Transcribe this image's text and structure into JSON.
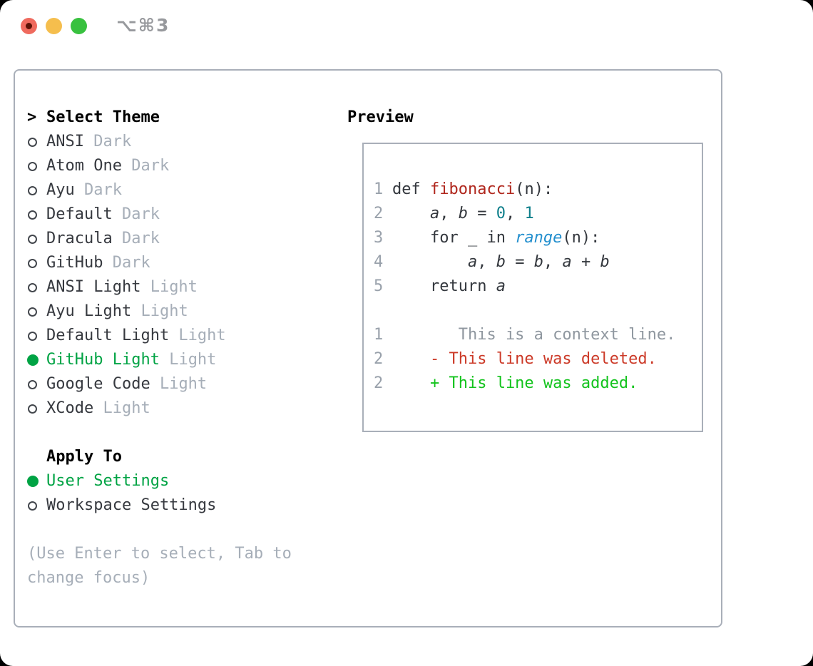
{
  "window": {
    "title": "⌥⌘3",
    "close_label": "close",
    "minimize_label": "minimize",
    "zoom_label": "zoom"
  },
  "theme_picker": {
    "header_prefix": ">",
    "header": "Select Theme",
    "items": [
      {
        "name": "ANSI",
        "variant": "Dark",
        "selected": false
      },
      {
        "name": "Atom One",
        "variant": "Dark",
        "selected": false
      },
      {
        "name": "Ayu",
        "variant": "Dark",
        "selected": false
      },
      {
        "name": "Default",
        "variant": "Dark",
        "selected": false
      },
      {
        "name": "Dracula",
        "variant": "Dark",
        "selected": false
      },
      {
        "name": "GitHub",
        "variant": "Dark",
        "selected": false
      },
      {
        "name": "ANSI Light",
        "variant": "Light",
        "selected": false
      },
      {
        "name": "Ayu Light",
        "variant": "Light",
        "selected": false
      },
      {
        "name": "Default Light",
        "variant": "Light",
        "selected": false
      },
      {
        "name": "GitHub Light",
        "variant": "Light",
        "selected": true
      },
      {
        "name": "Google Code",
        "variant": "Light",
        "selected": false
      },
      {
        "name": "XCode",
        "variant": "Light",
        "selected": false
      }
    ]
  },
  "apply_to": {
    "header": "Apply To",
    "options": [
      {
        "label": "User Settings",
        "selected": true
      },
      {
        "label": "Workspace Settings",
        "selected": false
      }
    ]
  },
  "help_text": "(Use Enter to select, Tab to change focus)",
  "preview": {
    "header": "Preview",
    "lines": [
      {
        "num": "1",
        "segments": [
          {
            "t": "def ",
            "s": "code"
          },
          {
            "t": "fibonacci",
            "s": "func"
          },
          {
            "t": "(n):",
            "s": "code"
          }
        ]
      },
      {
        "num": "2",
        "segments": [
          {
            "t": "    ",
            "s": "code"
          },
          {
            "t": "a",
            "s": "var"
          },
          {
            "t": ", ",
            "s": "code"
          },
          {
            "t": "b",
            "s": "var"
          },
          {
            "t": " = ",
            "s": "code"
          },
          {
            "t": "0",
            "s": "num"
          },
          {
            "t": ", ",
            "s": "code"
          },
          {
            "t": "1",
            "s": "num"
          }
        ]
      },
      {
        "num": "3",
        "segments": [
          {
            "t": "    for _ in ",
            "s": "code"
          },
          {
            "t": "range",
            "s": "builtin"
          },
          {
            "t": "(n):",
            "s": "code"
          }
        ]
      },
      {
        "num": "4",
        "segments": [
          {
            "t": "        ",
            "s": "code"
          },
          {
            "t": "a",
            "s": "var"
          },
          {
            "t": ", ",
            "s": "code"
          },
          {
            "t": "b",
            "s": "var"
          },
          {
            "t": " = ",
            "s": "code"
          },
          {
            "t": "b",
            "s": "var"
          },
          {
            "t": ", ",
            "s": "code"
          },
          {
            "t": "a",
            "s": "var"
          },
          {
            "t": " + ",
            "s": "code"
          },
          {
            "t": "b",
            "s": "var"
          }
        ]
      },
      {
        "num": "5",
        "segments": [
          {
            "t": "    return ",
            "s": "code"
          },
          {
            "t": "a",
            "s": "var"
          }
        ]
      },
      {
        "num": "",
        "segments": []
      },
      {
        "num": "1",
        "segments": [
          {
            "t": "       This is a context line.",
            "s": "context"
          }
        ]
      },
      {
        "num": "2",
        "segments": [
          {
            "t": "    - This line was deleted.",
            "s": "deleted"
          }
        ]
      },
      {
        "num": "2",
        "segments": [
          {
            "t": "    + This line was added.",
            "s": "added"
          }
        ]
      }
    ]
  },
  "colors": {
    "selected_green": "#00A344",
    "item_dark": "#36393F",
    "muted_gray": "#A6AEB8",
    "ring_gray": "#43474D",
    "panel_border": "#A9AFB9",
    "line_number_gray": "#99A1AB",
    "code_dark": "#33373D",
    "function_red": "#B0271D",
    "number_teal": "#0E7F8B",
    "builtin_blue": "#238FCE",
    "context_gray": "#8F979F",
    "deleted_red": "#CC3A28",
    "added_green": "#13C31D",
    "traffic_red": "#EF6A5E",
    "traffic_red_dot": "#5C1206",
    "traffic_yellow": "#F5BE4D",
    "traffic_green": "#38C13F",
    "title_gray": "#97999D"
  }
}
